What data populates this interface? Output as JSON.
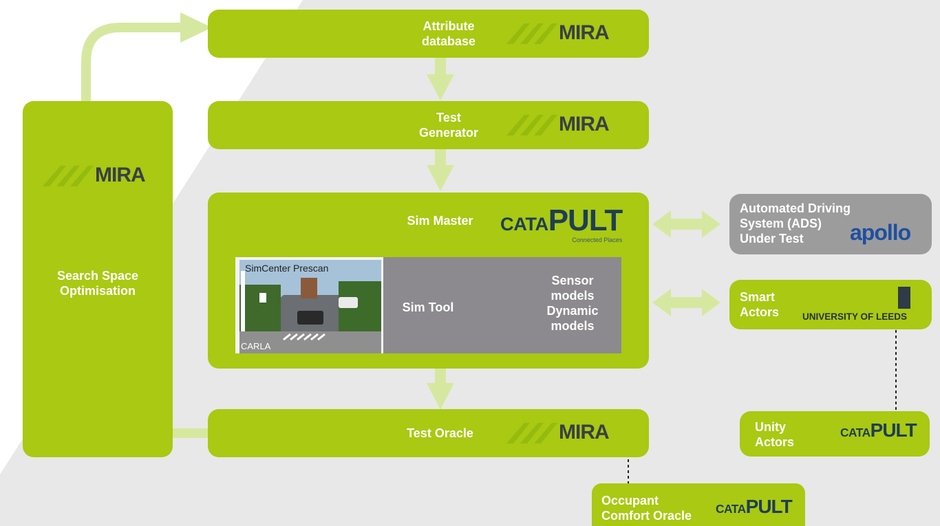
{
  "nodes": {
    "attribute_db": {
      "label_line1": "Attribute",
      "label_line2": "database"
    },
    "test_generator": {
      "label_line1": "Test",
      "label_line2": "Generator"
    },
    "sim_master": {
      "label": "Sim Master"
    },
    "sim_tool": {
      "label": "Sim Tool",
      "models_line1": "Sensor",
      "models_line2": "models",
      "models_line3": "Dynamic",
      "models_line4": "models",
      "screenshot_label_top": "SimCenter Prescan",
      "screenshot_label_bottom": "CARLA"
    },
    "test_oracle": {
      "label": "Test Oracle"
    },
    "search_space": {
      "label_line1": "Search Space",
      "label_line2": "Optimisation"
    },
    "ads": {
      "label_line1": "Automated Driving",
      "label_line2": "System (ADS)",
      "label_line3": "Under Test"
    },
    "smart_actors": {
      "label_line1": "Smart",
      "label_line2": "Actors"
    },
    "unity_actors": {
      "label_line1": "Unity",
      "label_line2": "Actors"
    },
    "occupant_oracle": {
      "label_line1": "Occupant",
      "label_line2": "Comfort Oracle"
    }
  },
  "logos": {
    "mira": "MIRA",
    "catapult_part1": "CATA",
    "catapult_part2": "PULT",
    "catapult_sub": "Connected Places",
    "leeds": "UNIVERSITY OF LEEDS",
    "apollo": "apollo"
  },
  "colors": {
    "box_green": "#a9c912",
    "arrow_light_green": "#d6e8a0",
    "sim_tool_grey": "#8c8a8e",
    "ads_grey": "#9c9c9c",
    "background_shape": "#e8e8e8"
  }
}
